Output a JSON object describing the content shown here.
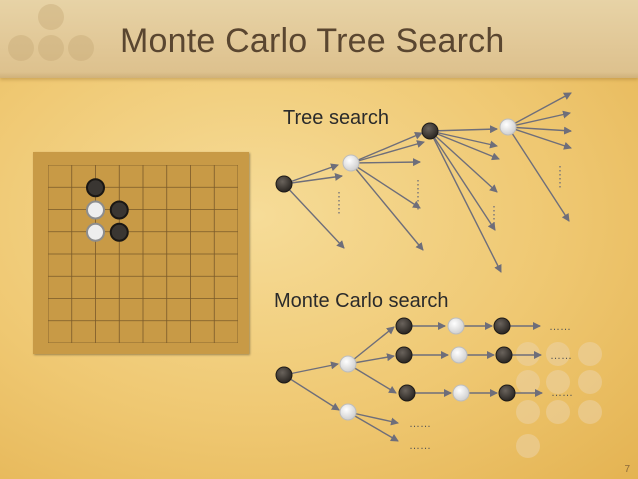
{
  "slide": {
    "title": "Monte Carlo Tree Search",
    "page_number": "7"
  },
  "labels": {
    "tree_search": "Tree search",
    "monte_carlo_search": "Monte Carlo search",
    "ellipsis": "……"
  },
  "colors": {
    "background": "#efc872",
    "title_band": "#e1c796",
    "title_text": "#5a4630",
    "board": "#c89a46",
    "grid_line": "#7a5a2a",
    "arrow": "#6e6e7a",
    "black_stone": "#3a3632",
    "white_stone": "#eeeeee"
  },
  "go_board": {
    "grid_lines": 9,
    "stones": [
      {
        "col": 2,
        "row": 1,
        "color": "black"
      },
      {
        "col": 2,
        "row": 2,
        "color": "white"
      },
      {
        "col": 3,
        "row": 2,
        "color": "black"
      },
      {
        "col": 2,
        "row": 3,
        "color": "white"
      },
      {
        "col": 3,
        "row": 3,
        "color": "black"
      }
    ]
  }
}
